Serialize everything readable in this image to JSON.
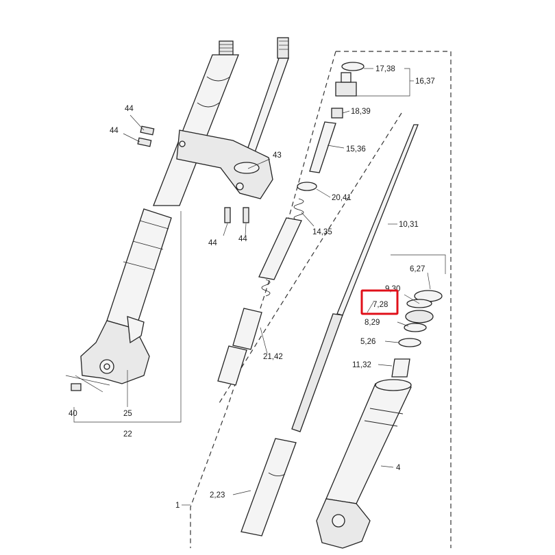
{
  "diagram": {
    "part_labels": {
      "p1": "1",
      "p2_23": "2,23",
      "p4": "4",
      "p5_26": "5,26",
      "p6_27": "6,27",
      "p7_28": "7,28",
      "p8_29": "8,29",
      "p9_30": "9,30",
      "p10_31": "10,31",
      "p11_32": "11,32",
      "p14_35": "14,35",
      "p15_36": "15,36",
      "p16_37": "16,37",
      "p17_38": "17,38",
      "p18_39": "18,39",
      "p20_41": "20,41",
      "p21_42": "21,42",
      "p22": "22",
      "p25": "25",
      "p40": "40",
      "p43": "43",
      "p44_a": "44",
      "p44_b": "44",
      "p44_c": "44",
      "p44_d": "44"
    },
    "highlighted_label": "7,28",
    "highlight_color": "#e0101a",
    "line_color": "#222222"
  }
}
